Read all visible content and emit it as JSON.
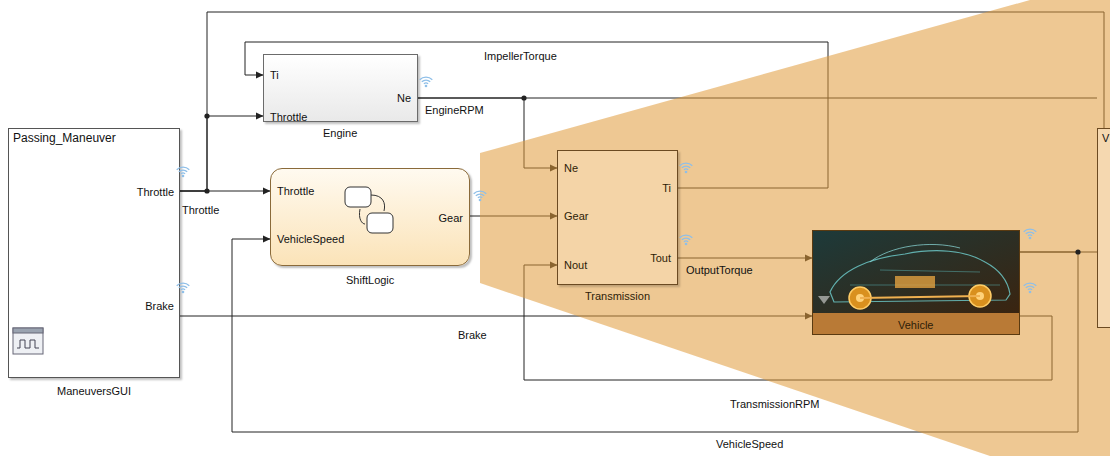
{
  "diagram": {
    "nodes": [
      {
        "text": [
          "Passing_Maneuver",
          "Throttle",
          "Brake",
          "ManeuversGUI"
        ]
      },
      {
        "text": [
          "Ti",
          "Throttle",
          "Ne",
          "Engine"
        ]
      },
      {
        "text": [
          "Throttle",
          "VehicleSpeed",
          "Gear",
          "ShiftLogic"
        ]
      },
      {
        "text": [
          "Ne",
          "Gear",
          "Nout",
          "Ti",
          "Tout",
          "Transmission"
        ]
      },
      {
        "text": [
          "Vehicle"
        ]
      },
      {
        "text": [
          "V"
        ]
      }
    ],
    "edges": [
      {
        "from": 0,
        "to": 1,
        "arrow": "to",
        "label": "Throttle"
      },
      {
        "from": 0,
        "to": 2,
        "arrow": "to"
      },
      {
        "from": 0,
        "to": 5,
        "arrow": "none"
      },
      {
        "from": 0,
        "to": 4,
        "arrow": "to",
        "label": "Brake"
      },
      {
        "from": 1,
        "to": 3,
        "arrow": "to",
        "label": "EngineRPM"
      },
      {
        "from": 1,
        "to": 5,
        "arrow": "none"
      },
      {
        "from": 3,
        "to": 1,
        "arrow": "to",
        "label": "ImpellerTorque"
      },
      {
        "from": 2,
        "to": 3,
        "arrow": "to"
      },
      {
        "from": 3,
        "to": 4,
        "arrow": "to",
        "label": "OutputTorque"
      },
      {
        "from": 4,
        "to": 3,
        "arrow": "to",
        "label": "TransmissionRPM"
      },
      {
        "from": 4,
        "to": 2,
        "arrow": "to",
        "label": "VehicleSpeed"
      },
      {
        "from": 4,
        "to": 5,
        "arrow": "none"
      }
    ]
  }
}
